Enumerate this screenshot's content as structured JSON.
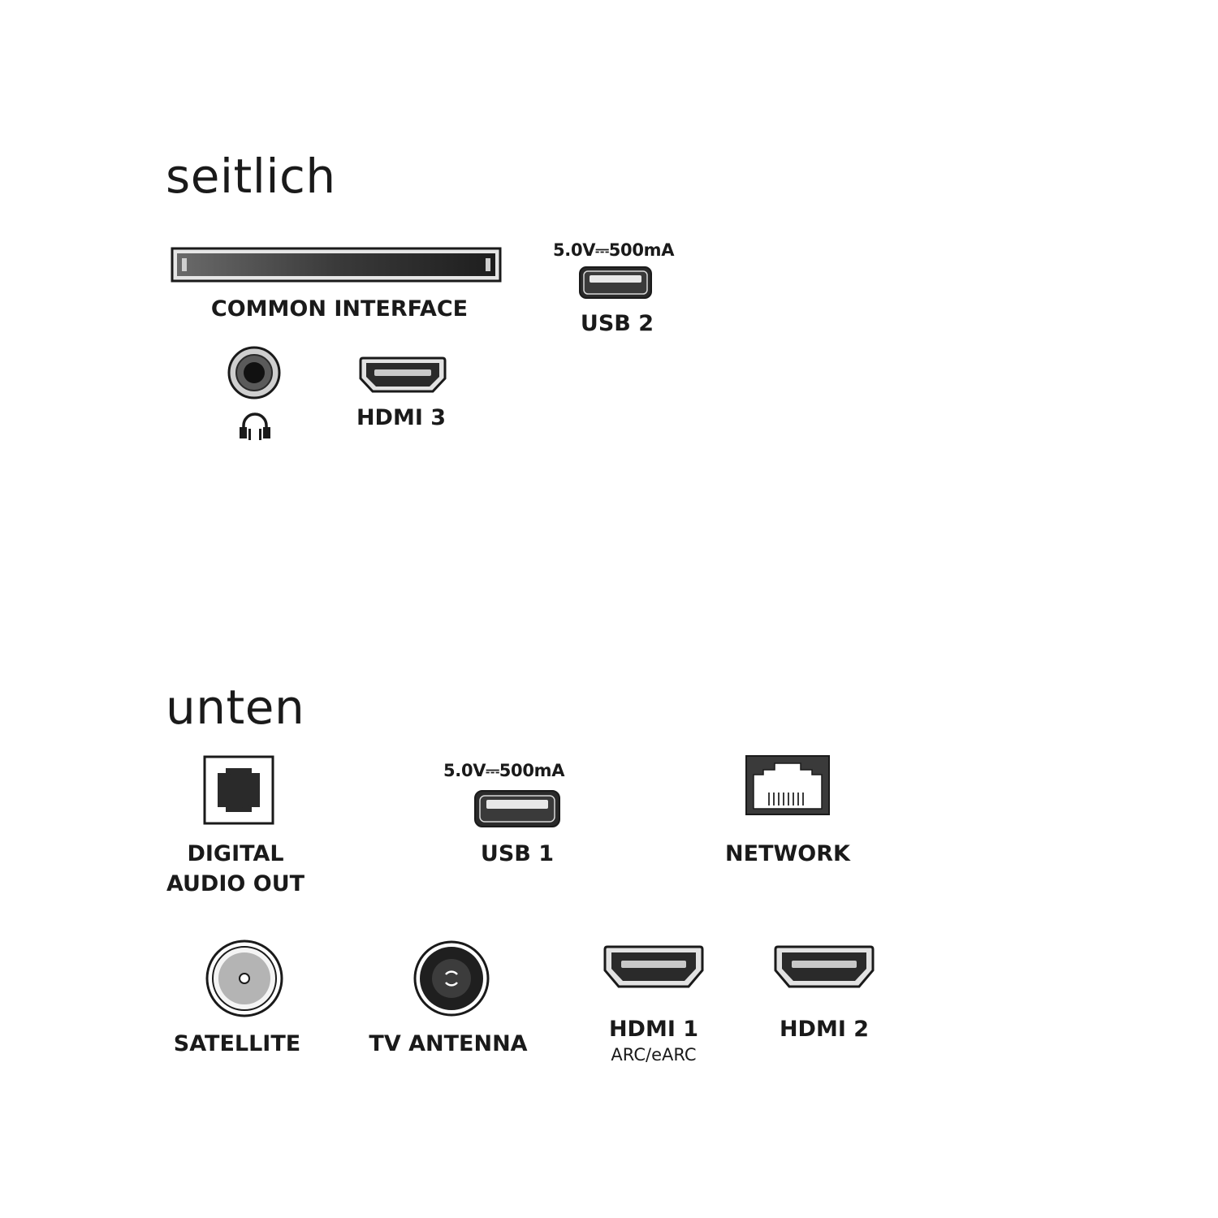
{
  "sections": {
    "side": {
      "heading": "seitlich",
      "ports": {
        "common_interface": {
          "label": "COMMON INTERFACE",
          "icon": "ci-slot-icon"
        },
        "usb2": {
          "label": "USB 2",
          "rating": "5.0V⎓500mA",
          "icon": "usb-port-icon"
        },
        "headphone": {
          "icon": "headphone-icon"
        },
        "hdmi3": {
          "label": "HDMI 3",
          "icon": "hdmi-port-icon"
        }
      }
    },
    "bottom": {
      "heading": "unten",
      "ports": {
        "digital_audio_out": {
          "label_line1": "DIGITAL",
          "label_line2": "AUDIO OUT",
          "icon": "optical-port-icon"
        },
        "usb1": {
          "label": "USB 1",
          "rating": "5.0V⎓500mA",
          "icon": "usb-port-icon"
        },
        "network": {
          "label": "NETWORK",
          "icon": "ethernet-port-icon"
        },
        "satellite": {
          "label": "SATELLITE",
          "icon": "satellite-connector-icon"
        },
        "tv_antenna": {
          "label": "TV ANTENNA",
          "icon": "antenna-connector-icon"
        },
        "hdmi1": {
          "label": "HDMI 1",
          "sublabel": "ARC/eARC",
          "icon": "hdmi-port-icon"
        },
        "hdmi2": {
          "label": "HDMI 2",
          "icon": "hdmi-port-icon"
        }
      }
    }
  },
  "colors": {
    "port_dark": "#2a2a2a",
    "outline": "#1a1a1a",
    "background": "#ffffff"
  }
}
